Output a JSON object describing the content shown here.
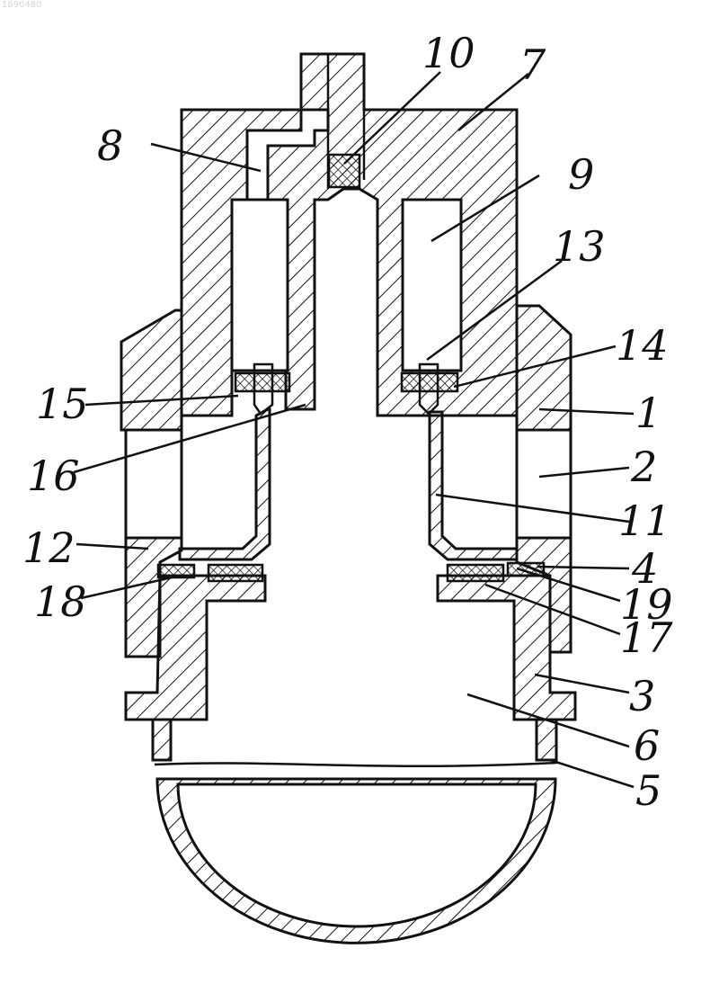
{
  "watermark": "1690480",
  "labels": [
    "1",
    "2",
    "3",
    "4",
    "5",
    "6",
    "7",
    "8",
    "9",
    "10",
    "11",
    "12",
    "13",
    "14",
    "15",
    "16",
    "17",
    "18",
    "19"
  ]
}
